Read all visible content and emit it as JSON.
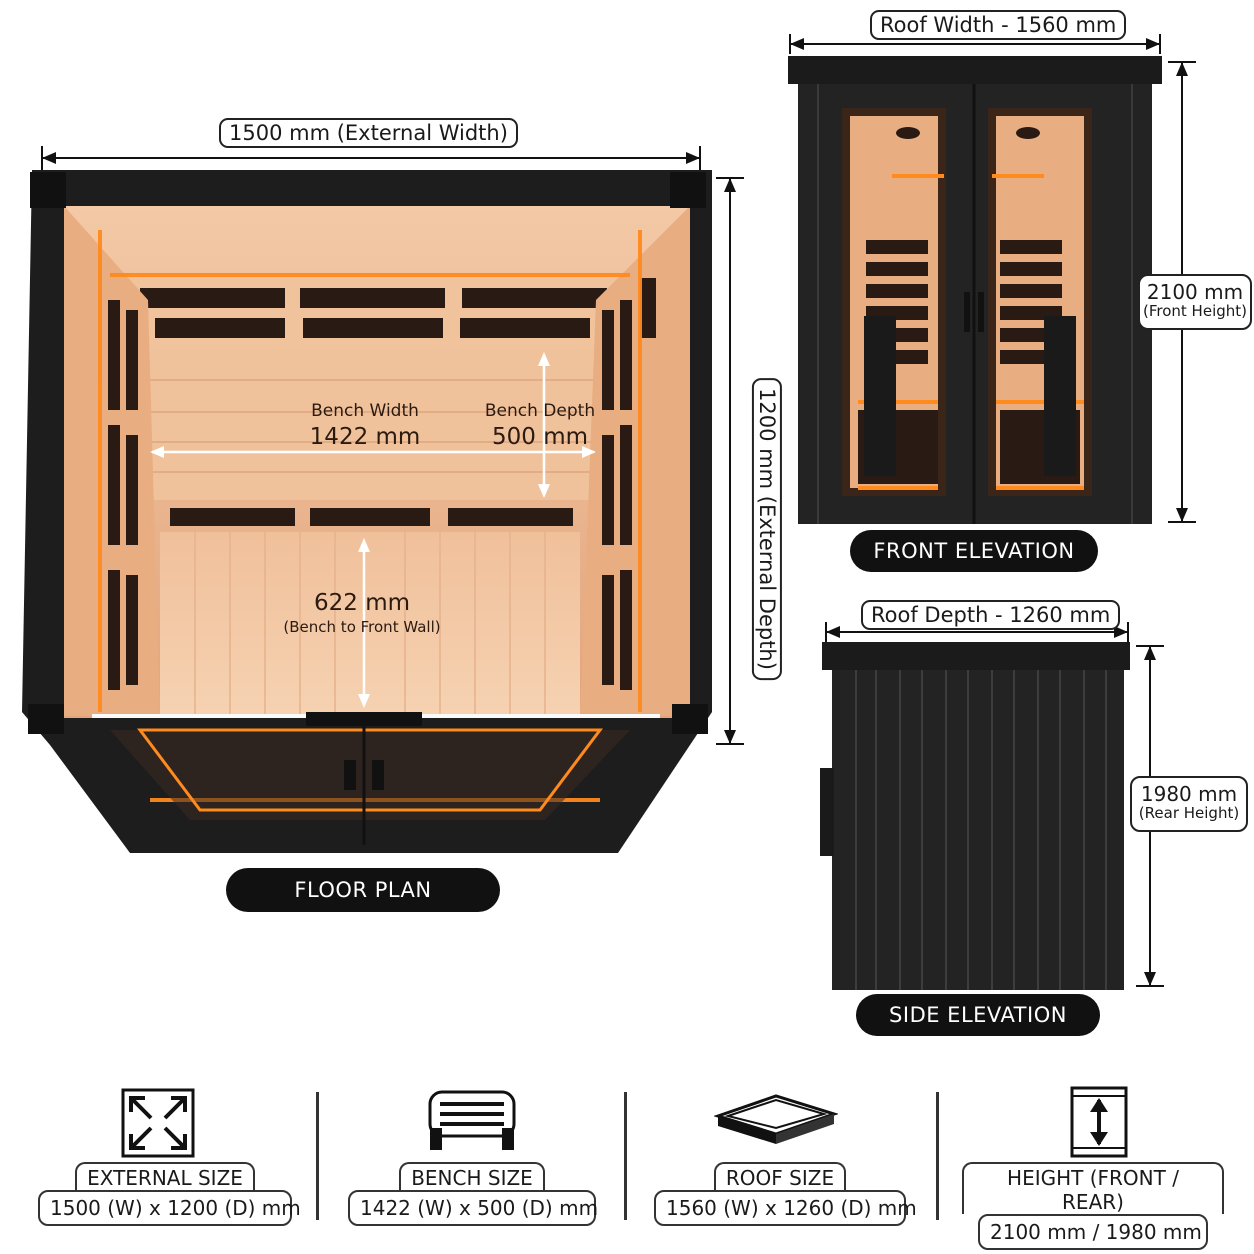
{
  "floor_plan": {
    "width_label": "1500 mm (External Width)",
    "depth_label": "1200 mm (External Depth)",
    "bench_width_title": "Bench Width",
    "bench_width_value": "1422 mm",
    "bench_depth_title": "Bench Depth",
    "bench_depth_value": "500 mm",
    "bench_front_value": "622 mm",
    "bench_front_sub": "(Bench to Front Wall)",
    "caption": "FLOOR PLAN"
  },
  "front_elevation": {
    "roof_width_label": "Roof Width - 1560 mm",
    "height_main": "2100 mm",
    "height_sub": "(Front Height)",
    "caption": "FRONT ELEVATION"
  },
  "side_elevation": {
    "roof_depth_label": "Roof Depth - 1260 mm",
    "height_main": "1980 mm",
    "height_sub": "(Rear Height)",
    "caption": "SIDE ELEVATION"
  },
  "features": [
    {
      "icon": "expand-arrows-icon",
      "title": "EXTERNAL SIZE",
      "value": "1500 (W) x 1200 (D) mm"
    },
    {
      "icon": "bench-icon",
      "title": "BENCH SIZE",
      "value": "1422 (W) x 500 (D) mm"
    },
    {
      "icon": "roof-panel-icon",
      "title": "ROOF SIZE",
      "value": "1560 (W) x 1260 (D) mm"
    },
    {
      "icon": "height-arrow-icon",
      "title": "HEIGHT (FRONT / REAR)",
      "value": "2100 mm / 1980 mm"
    }
  ],
  "colors": {
    "frame": "#1c1c1c",
    "wood": "#e8b48c",
    "glow": "#ff8a1e",
    "panel": "#2a1b14"
  }
}
